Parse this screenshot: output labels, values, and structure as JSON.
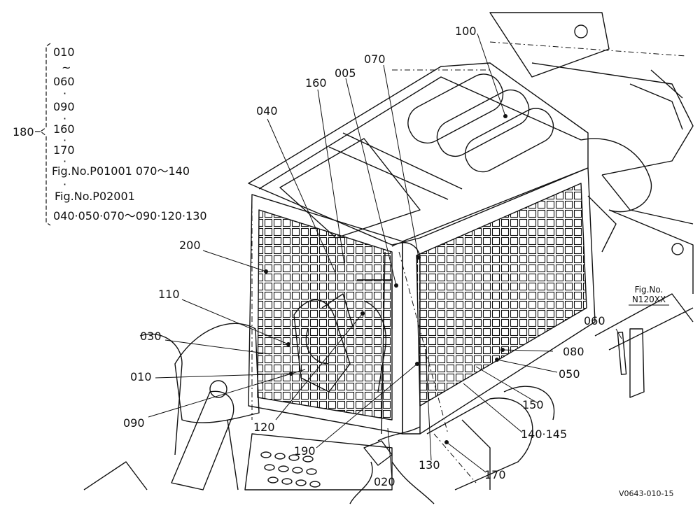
{
  "colors": {
    "ink": "#111111",
    "paper": "#ffffff"
  },
  "parts_list": {
    "group_no": "180",
    "items": [
      "010",
      "~",
      "060",
      "·",
      "090",
      "·",
      "160",
      "·",
      "170",
      "·"
    ],
    "fig1": "Fig.No.P01001  070～140",
    "fig1_sep": "·",
    "fig2": "Fig.No.P02001",
    "fig2_items": "040·050·070～090·120·130"
  },
  "callouts": {
    "c100": "100",
    "c070": "070",
    "c005": "005",
    "c160": "160",
    "c040": "040",
    "c200": "200",
    "c110": "110",
    "c030": "030",
    "c010": "010",
    "c090": "090",
    "c120": "120",
    "c190": "190",
    "c020": "020",
    "c130": "130",
    "c170": "170",
    "c140": "140·145",
    "c150": "150",
    "c050": "050",
    "c080": "080",
    "c060": "060"
  },
  "fig_ref": {
    "line1": "Fig.No.",
    "line2": "N120XX"
  },
  "drawing_number": "V0643-010-15"
}
